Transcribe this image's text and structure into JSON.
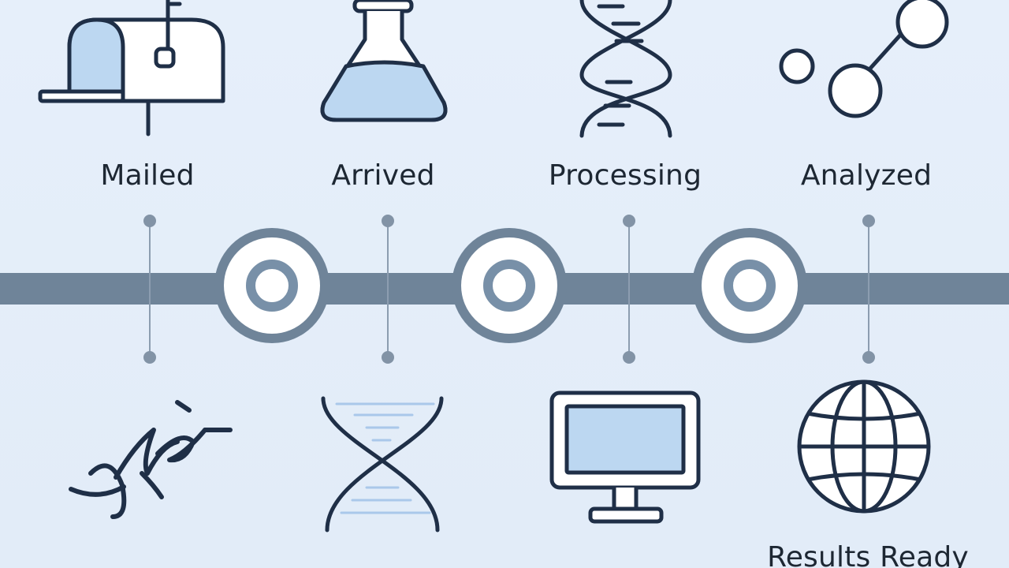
{
  "steps_top": [
    {
      "label": "Mailed",
      "icon": "mailbox-icon"
    },
    {
      "label": "Arrived",
      "icon": "flask-icon"
    },
    {
      "label": "Processing",
      "icon": "dna-icon"
    },
    {
      "label": "Analyzed",
      "icon": "molecule-icon"
    }
  ],
  "steps_bottom": [
    {
      "label": "",
      "icon": "signature-icon"
    },
    {
      "label": "",
      "icon": "dna-helix-icon"
    },
    {
      "label": "",
      "icon": "monitor-icon"
    },
    {
      "label": "Results Ready",
      "icon": "globe-icon"
    }
  ],
  "colors": {
    "background": "#e4edf9",
    "track": "#6b8198",
    "node_ring": "#6b8198",
    "node_fill": "#ffffff",
    "icon_stroke": "#1f2f47",
    "icon_fill": "#bcd7f1"
  }
}
